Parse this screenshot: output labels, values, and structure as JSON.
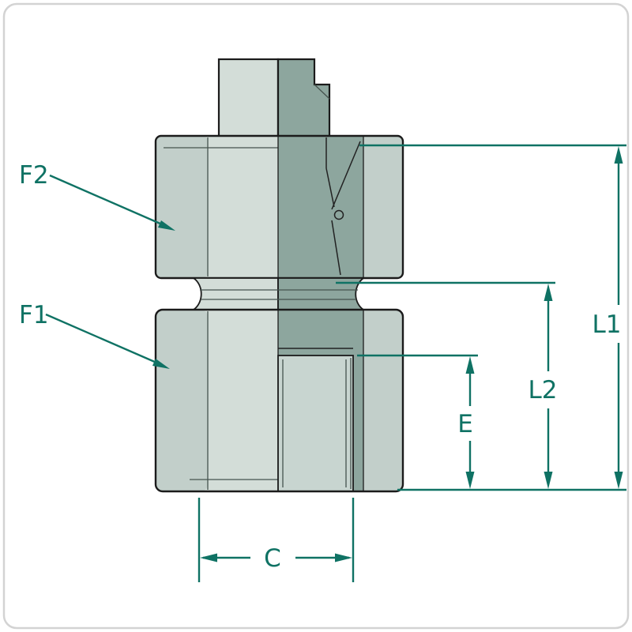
{
  "diagram": {
    "labels": {
      "f2": "F2",
      "f1": "F1",
      "l1": "L1",
      "l2": "L2",
      "e": "E",
      "c": "C"
    },
    "colors": {
      "dimension": "#0f7264",
      "body_light": "#d3ddd8",
      "body_shaded": "#c2cfca",
      "section_dark": "#8da69e",
      "bore": "#c8d5d0",
      "outline": "#1b1b1b",
      "frame": "#d3d3d3",
      "background": "#ffffff"
    }
  }
}
